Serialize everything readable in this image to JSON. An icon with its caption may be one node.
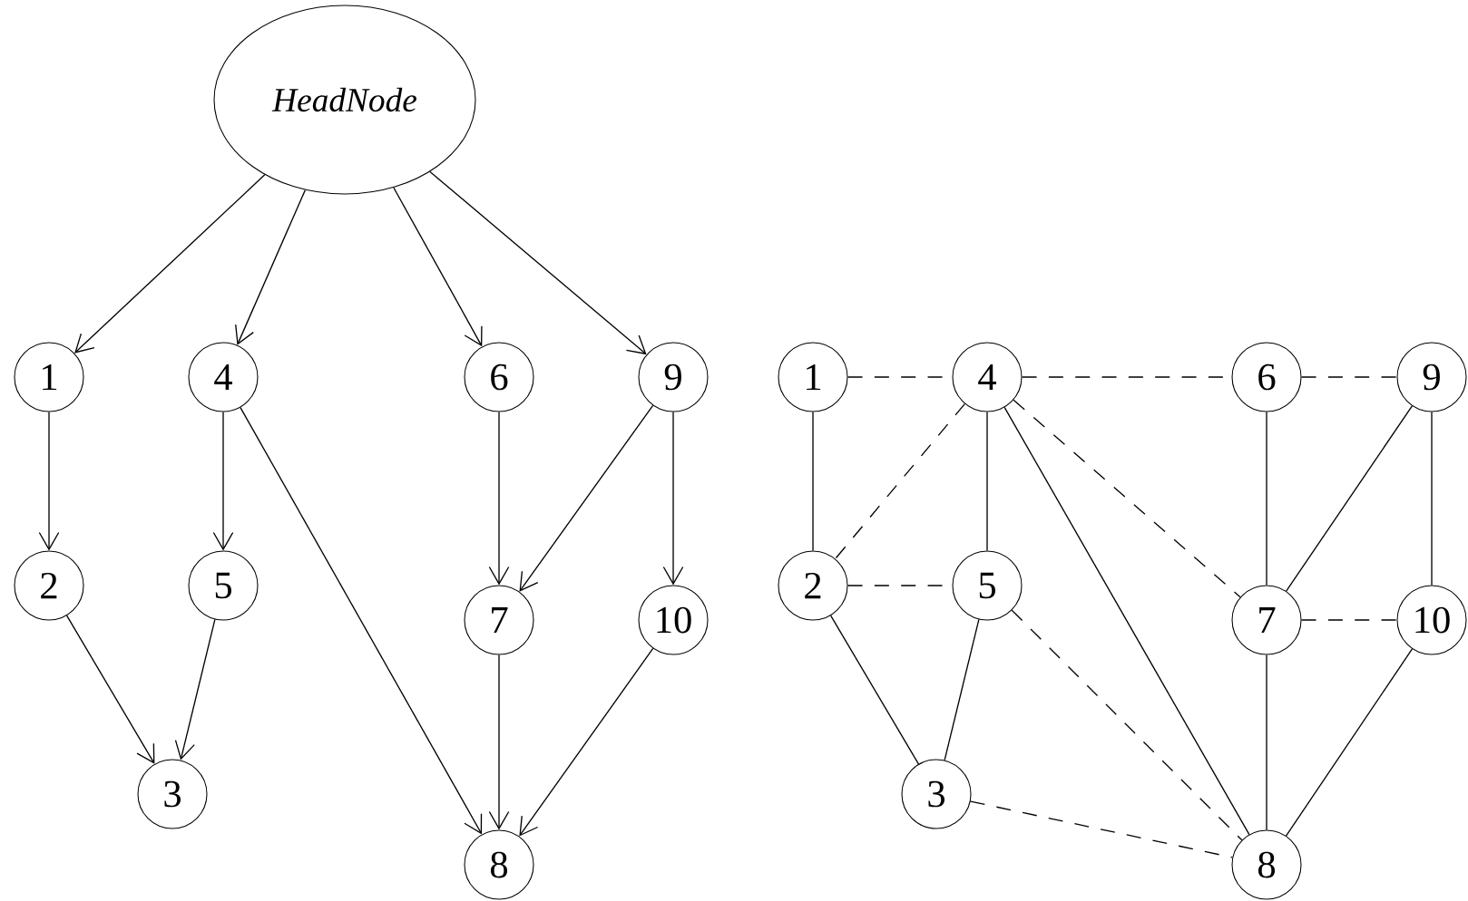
{
  "diagram": {
    "nodes": [
      {
        "text": [
          "HeadNode"
        ]
      },
      {
        "text": [
          "1"
        ]
      },
      {
        "text": [
          "2"
        ]
      },
      {
        "text": [
          "3"
        ]
      },
      {
        "text": [
          "4"
        ]
      },
      {
        "text": [
          "5"
        ]
      },
      {
        "text": [
          "6"
        ]
      },
      {
        "text": [
          "7"
        ]
      },
      {
        "text": [
          "8"
        ]
      },
      {
        "text": [
          "9"
        ]
      },
      {
        "text": [
          "10"
        ]
      },
      {
        "text": [
          "1"
        ]
      },
      {
        "text": [
          "2"
        ]
      },
      {
        "text": [
          "3"
        ]
      },
      {
        "text": [
          "4"
        ]
      },
      {
        "text": [
          "5"
        ]
      },
      {
        "text": [
          "6"
        ]
      },
      {
        "text": [
          "7"
        ]
      },
      {
        "text": [
          "8"
        ]
      },
      {
        "text": [
          "9"
        ]
      },
      {
        "text": [
          "10"
        ]
      }
    ],
    "edges": [
      {
        "from": 0,
        "to": 1,
        "arrow": "to"
      },
      {
        "from": 0,
        "to": 4,
        "arrow": "to"
      },
      {
        "from": 0,
        "to": 6,
        "arrow": "to"
      },
      {
        "from": 0,
        "to": 9,
        "arrow": "to"
      },
      {
        "from": 1,
        "to": 2,
        "arrow": "to"
      },
      {
        "from": 4,
        "to": 5,
        "arrow": "to"
      },
      {
        "from": 2,
        "to": 3,
        "arrow": "to"
      },
      {
        "from": 5,
        "to": 3,
        "arrow": "to"
      },
      {
        "from": 4,
        "to": 8,
        "arrow": "to"
      },
      {
        "from": 6,
        "to": 7,
        "arrow": "to"
      },
      {
        "from": 9,
        "to": 7,
        "arrow": "to"
      },
      {
        "from": 9,
        "to": 10,
        "arrow": "to"
      },
      {
        "from": 7,
        "to": 8,
        "arrow": "to"
      },
      {
        "from": 10,
        "to": 8,
        "arrow": "to"
      },
      {
        "from": 11,
        "to": 12,
        "arrow": "none"
      },
      {
        "from": 11,
        "to": 14,
        "arrow": "none",
        "style": "dashed"
      },
      {
        "from": 14,
        "to": 12,
        "arrow": "none",
        "style": "dashed"
      },
      {
        "from": 14,
        "to": 15,
        "arrow": "none"
      },
      {
        "from": 12,
        "to": 15,
        "arrow": "none",
        "style": "dashed"
      },
      {
        "from": 12,
        "to": 13,
        "arrow": "none"
      },
      {
        "from": 15,
        "to": 13,
        "arrow": "none"
      },
      {
        "from": 14,
        "to": 18,
        "arrow": "none"
      },
      {
        "from": 14,
        "to": 17,
        "arrow": "none",
        "style": "dashed"
      },
      {
        "from": 14,
        "to": 16,
        "arrow": "none",
        "style": "dashed"
      },
      {
        "from": 16,
        "to": 19,
        "arrow": "none",
        "style": "dashed"
      },
      {
        "from": 16,
        "to": 17,
        "arrow": "none"
      },
      {
        "from": 19,
        "to": 17,
        "arrow": "none"
      },
      {
        "from": 19,
        "to": 20,
        "arrow": "none"
      },
      {
        "from": 17,
        "to": 20,
        "arrow": "none",
        "style": "dashed"
      },
      {
        "from": 15,
        "to": 18,
        "arrow": "none",
        "style": "dashed"
      },
      {
        "from": 13,
        "to": 18,
        "arrow": "none",
        "style": "dashed"
      },
      {
        "from": 17,
        "to": 18,
        "arrow": "none"
      },
      {
        "from": 20,
        "to": 18,
        "arrow": "none"
      }
    ]
  }
}
